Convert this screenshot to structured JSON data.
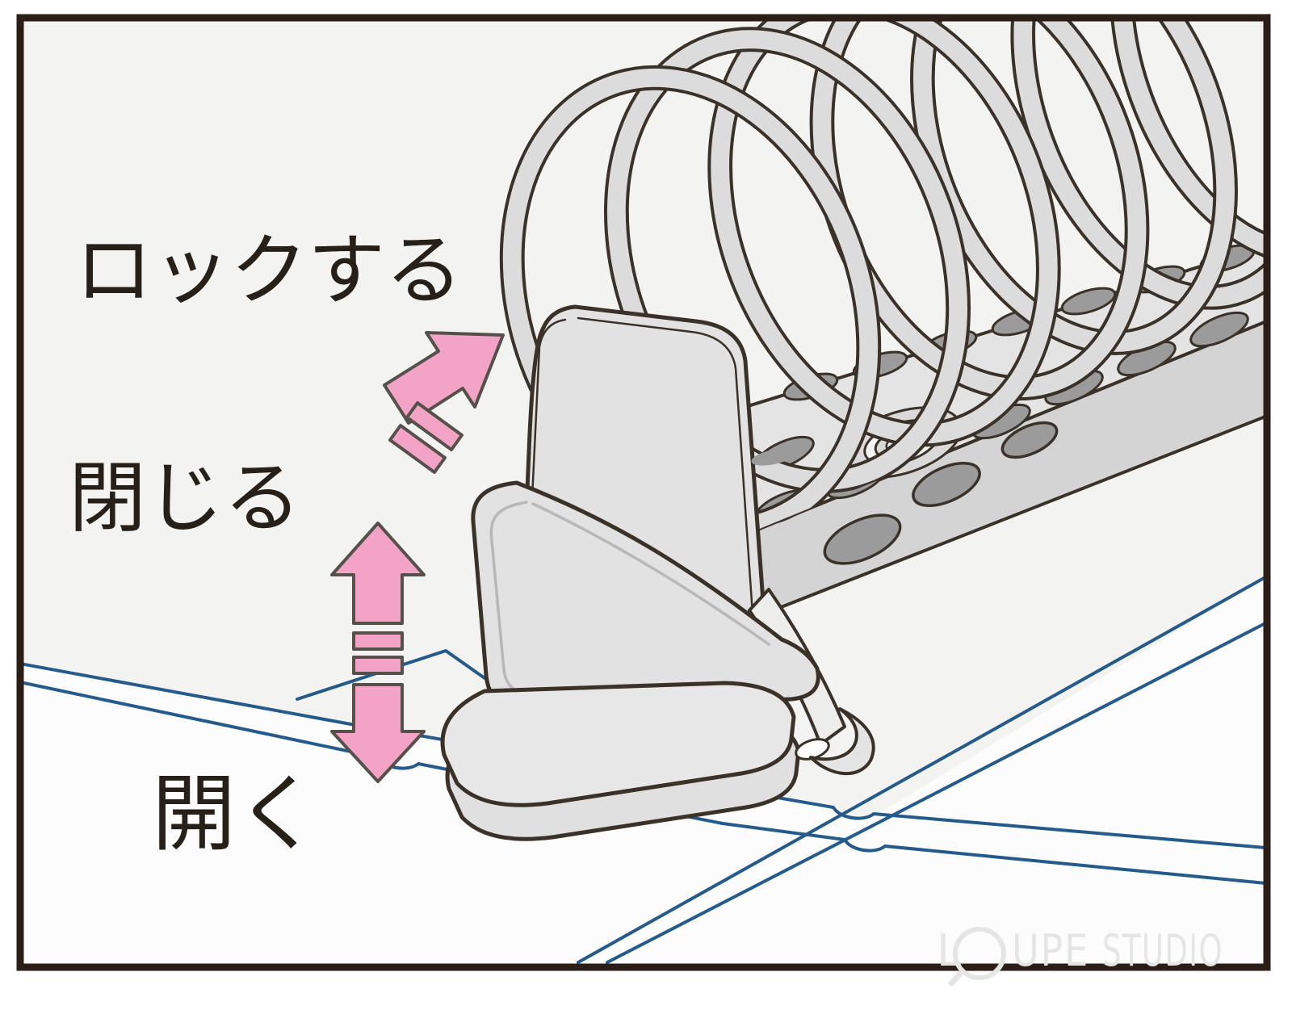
{
  "diagram": {
    "type": "ring-binder-lever-instruction",
    "labels": {
      "lock": "ロックする",
      "close": "閉じる",
      "open": "開く"
    },
    "icons": {
      "lock_arrow": "arrow-up-right-with-motion-bars",
      "open_close_arrow": "double-headed-vertical-arrow-with-motion-bars",
      "watermark_magnifier": "magnifying-glass-as-letter-O"
    },
    "watermark": {
      "full": "LOUPE STUDIO",
      "l": "L",
      "upe": "UPE",
      "studio": "STUDIO"
    },
    "colors": {
      "accent_pink": "#F3A4C6",
      "paper_line_blue": "#255A8C",
      "outline_dark": "#3A3128",
      "frame_border": "#2B1E17",
      "metal_light_gray": "#DCDCDD",
      "slot_dark_gray": "#9B9B9B",
      "background_gray": "#F3F3F1",
      "paper_white": "#FCFCFC",
      "watermark_gray": "#E5E5E3"
    }
  }
}
